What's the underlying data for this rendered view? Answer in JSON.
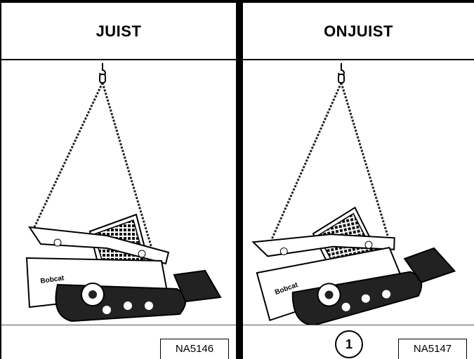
{
  "panels": {
    "correct": {
      "title": "JUIST",
      "figure_code": "NA5146",
      "icon": "bobcat-loader-level-lift-icon",
      "brand_text": "Bobcat"
    },
    "incorrect": {
      "title": "ONJUIST",
      "figure_code": "NA5147",
      "icon": "bobcat-loader-tilted-lift-icon",
      "brand_text": "Bobcat",
      "callout": "1"
    }
  },
  "colors": {
    "ink": "#000000",
    "paper": "#ffffff"
  }
}
